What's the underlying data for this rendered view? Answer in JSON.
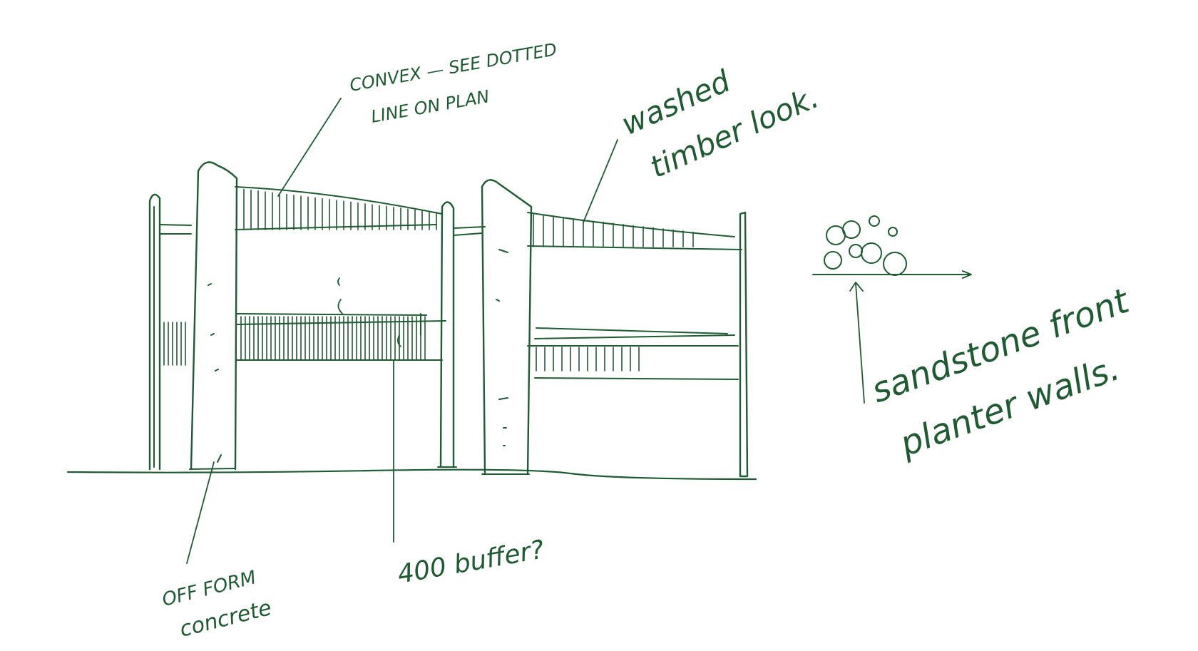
{
  "annotations": {
    "convex_line1": "CONVEX — SEE DOTTED",
    "convex_line2": "LINE ON PLAN",
    "washed_line1": "washed",
    "washed_line2": "timber look.",
    "sandstone_line1": "sandstone front",
    "sandstone_line2": "planter walls.",
    "buffer": "400 buffer?",
    "offform_line1": "OFF FORM",
    "offform_line2": "concrete"
  },
  "colors": {
    "ink": "#1f5a33",
    "background": "#ffffff"
  }
}
